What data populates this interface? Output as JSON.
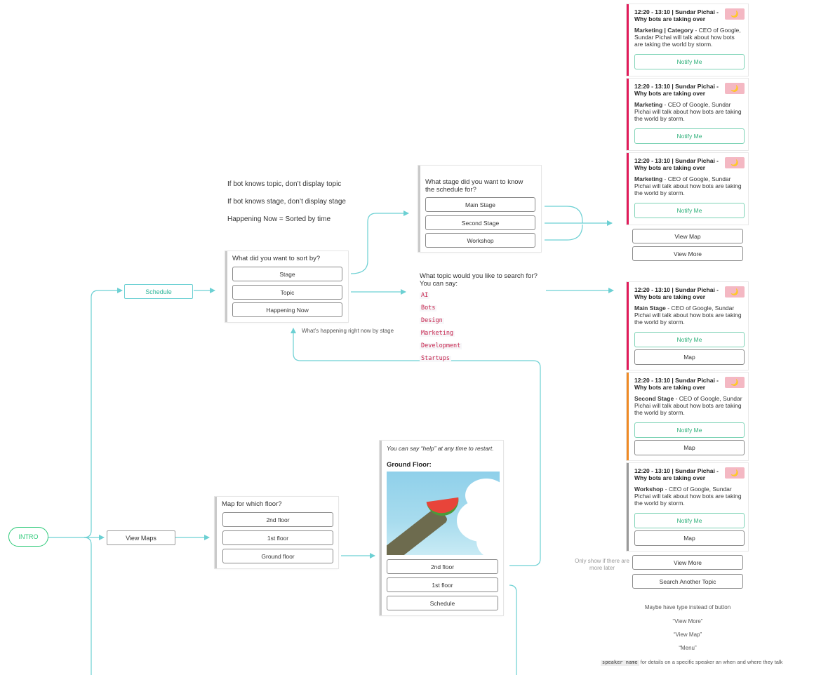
{
  "intro": {
    "label": "INTRO"
  },
  "schedule_node": {
    "label": "Schedule"
  },
  "view_maps_node": {
    "label": "View Maps"
  },
  "notes": {
    "topic_rule": "If bot knows topic, don’t display topic",
    "stage_rule": "If bot knows stage, don’t display stage",
    "happening_rule": "Happening Now = Sorted by time"
  },
  "sort_card": {
    "question": "What did you want to sort by?",
    "options": [
      "Stage",
      "Topic",
      "Happening Now"
    ],
    "annotation": "What’s happening right now by stage"
  },
  "stage_card": {
    "question": "What stage did you want to know the schedule for?",
    "options": [
      "Main Stage",
      "Second Stage",
      "Workshop"
    ]
  },
  "topic_prompt": {
    "question": "What topic would you like to search for?",
    "hint": "You can say:",
    "topics": [
      "AI",
      "Bots",
      "Design",
      "Marketing",
      "Development",
      "Startups"
    ]
  },
  "floor_card": {
    "question": "Map for which floor?",
    "options": [
      "2nd floor",
      "1st floor",
      "Ground floor"
    ]
  },
  "map_card": {
    "help": "You can say “help” at any time to restart.",
    "title": "Ground Floor:",
    "options": [
      "2nd floor",
      "1st floor",
      "Schedule"
    ]
  },
  "topic_results": [
    {
      "time": "12:20 - 13:10 |  Sundar Pichai - Why bots are taking over",
      "tag": "Marketing | Category",
      "desc": " - CEO of Google, Sundar Pichai will talk about how bots are taking the world by storm.",
      "button": "Notify Me",
      "accent": "#e21b5a"
    },
    {
      "time": "12:20 - 13:10 |  Sundar Pichai - Why bots are taking over",
      "tag": "Marketing",
      "desc": " - CEO of Google, Sundar Pichai will talk about how bots are taking the world by storm.",
      "button": "Notify Me",
      "accent": "#e21b5a"
    },
    {
      "time": "12:20 - 13:10 |  Sundar Pichai - Why bots are taking over",
      "tag": "Marketing",
      "desc": " - CEO of Google, Sundar Pichai will talk about how bots are taking the world by storm.",
      "button": "Notify Me",
      "accent": "#e21b5a"
    }
  ],
  "topic_actions": [
    "View Map",
    "View More"
  ],
  "stage_results": [
    {
      "time": "12:20 - 13:10 |  Sundar Pichai - Why bots are taking over",
      "tag": "Main Stage",
      "desc": " - CEO of Google, Sundar Pichai will talk about how bots are taking the world by storm.",
      "notify": "Notify Me",
      "map": "Map",
      "accent": "#e21b5a"
    },
    {
      "time": "12:20 - 13:10 |  Sundar Pichai - Why bots are taking over",
      "tag": "Second Stage",
      "desc": " - CEO of Google, Sundar Pichai will talk about how bots are taking the world by storm.",
      "notify": "Notify Me",
      "map": "Map",
      "accent": "#f08a24"
    },
    {
      "time": "12:20 - 13:10 |  Sundar Pichai - Why bots are taking over",
      "tag": "Workshop",
      "desc": " - CEO of Google, Sundar Pichai will talk about how bots are taking the world by storm.",
      "notify": "Notify Me",
      "map": "Map",
      "accent": "#9a9a9a"
    }
  ],
  "stage_actions": [
    "View More",
    "Search Another Topic"
  ],
  "view_more_note": "Only show if there are more later",
  "footer_notes": {
    "line1": "Maybe have type instead of button",
    "line2": "“View More”",
    "line3": "“View Map”",
    "line4": "“Menu”",
    "code": "speaker name",
    "line5": " for details on a specific speaker an when and where they talk"
  },
  "colors": {
    "connector": "#6cd0d3",
    "intro": "#2fca7a",
    "accent_pink": "#e21b5a",
    "accent_orange": "#f08a24"
  }
}
